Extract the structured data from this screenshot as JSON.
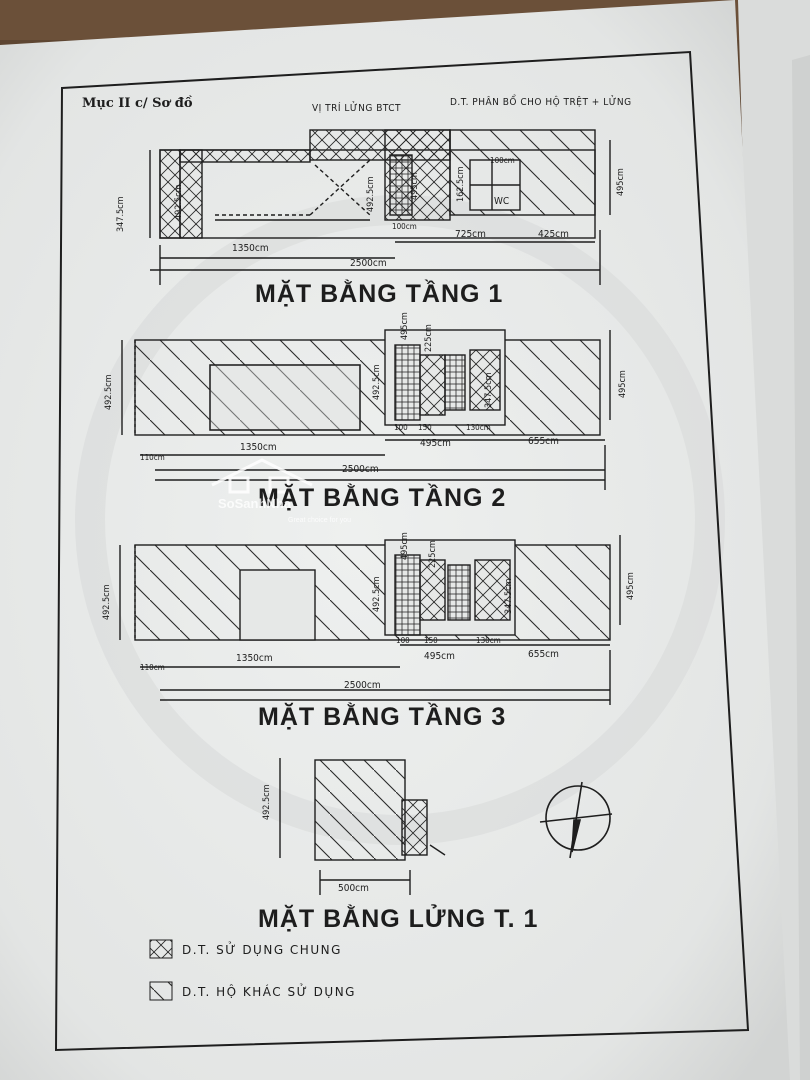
{
  "section_label": "Mục II c/ Sơ đồ",
  "floors": [
    {
      "title": "MẶT BẰNG TẦNG 1",
      "notes": {
        "stair_position": "VỊ TRÍ LỬNG BTCT",
        "allocation": "D.T. PHÂN BỔ CHO HỘ TRỆT + LỬNG"
      },
      "dims": {
        "h_left": "347.5cm",
        "h_top_a": "495cm",
        "h_inner": "492.5cm",
        "h_mid": "492.5cm",
        "h_stair": "495cm",
        "h_wc_a": "162.5cm",
        "h_wc_b": "100cm",
        "h_right": "495cm",
        "w_100": "100cm",
        "w_a": "1350cm",
        "w_b": "725cm",
        "w_c": "425cm",
        "total": "2500cm",
        "wc_label": "WC"
      }
    },
    {
      "title": "MẶT BẰNG TẦNG 2",
      "dims": {
        "h_left": "492.5cm",
        "h_mid": "492.5cm",
        "h_top_a": "495cm",
        "h_top_b": "225cm",
        "h_stair": "347.5cm",
        "h_right": "495cm",
        "w_110": "110cm",
        "w_a": "1350cm",
        "w_100": "100",
        "w_150": "150",
        "w_130": "130cm",
        "w_b": "495cm",
        "w_c": "655cm",
        "total": "2500cm"
      }
    },
    {
      "title": "MẶT BẰNG TẦNG 3",
      "dims": {
        "h_left": "492.5cm",
        "h_mid": "492.5cm",
        "h_top_a": "495cm",
        "h_top_b": "225cm",
        "h_stair": "347.5cm",
        "h_right": "495cm",
        "w_110": "110cm",
        "w_a": "1350cm",
        "w_100": "100",
        "w_150": "150",
        "w_130": "130cm",
        "w_b": "495cm",
        "w_c": "655cm",
        "total": "2500cm"
      }
    },
    {
      "title": "MẶT BẰNG LỬNG T. 1",
      "dims": {
        "h_left": "492.5cm",
        "w": "500cm"
      }
    }
  ],
  "legend": [
    {
      "pattern": "cross-hatch",
      "label": "D.T. SỬ DỤNG CHUNG"
    },
    {
      "pattern": "diagonal-hatch",
      "label": "D.T. HỘ KHÁC SỬ DỤNG"
    }
  ],
  "watermark": {
    "brand": "SoSanhNha",
    "tagline": "Great choice for you"
  },
  "colors": {
    "paper": "#e6e8e7",
    "ink": "#1d1d1d",
    "wood": "#5e4632"
  }
}
